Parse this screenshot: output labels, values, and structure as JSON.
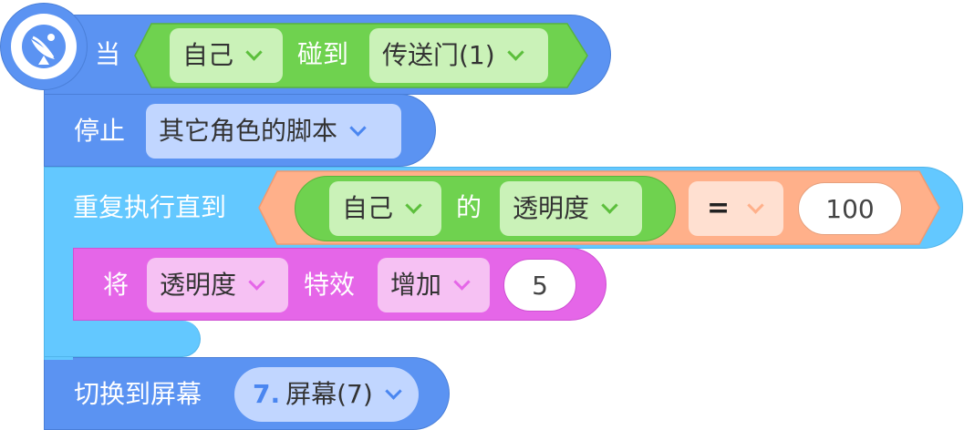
{
  "colors": {
    "event_block": "#5b93f2",
    "control_block": "#63c8ff",
    "sprite_block": "#e566e8",
    "sensing_green": "#6fd24f",
    "operator_orange": "#ffb08a",
    "dropdown_green": "#caf2b8",
    "dropdown_blue": "#c1d6ff",
    "dropdown_pink": "#f6c1f3",
    "dropdown_orange": "#ffe0d1"
  },
  "event_block": {
    "hat_label": "当",
    "icon": "satellite-dish-icon",
    "target_self": "自己",
    "touch_label": "碰到",
    "touch_target": "传送门(1)"
  },
  "stop_block": {
    "label": "停止",
    "option": "其它角色的脚本"
  },
  "repeat_until": {
    "label": "重复执行直到",
    "subject": "自己",
    "of_label": "的",
    "property": "透明度",
    "operator": "=",
    "value": "100"
  },
  "effect_block": {
    "label": "将",
    "effect": "透明度",
    "effect_label": "特效",
    "action": "增加",
    "amount": "5"
  },
  "switch_screen": {
    "label": "切换到屏幕",
    "index": "7.",
    "screen": "屏幕(7)"
  }
}
